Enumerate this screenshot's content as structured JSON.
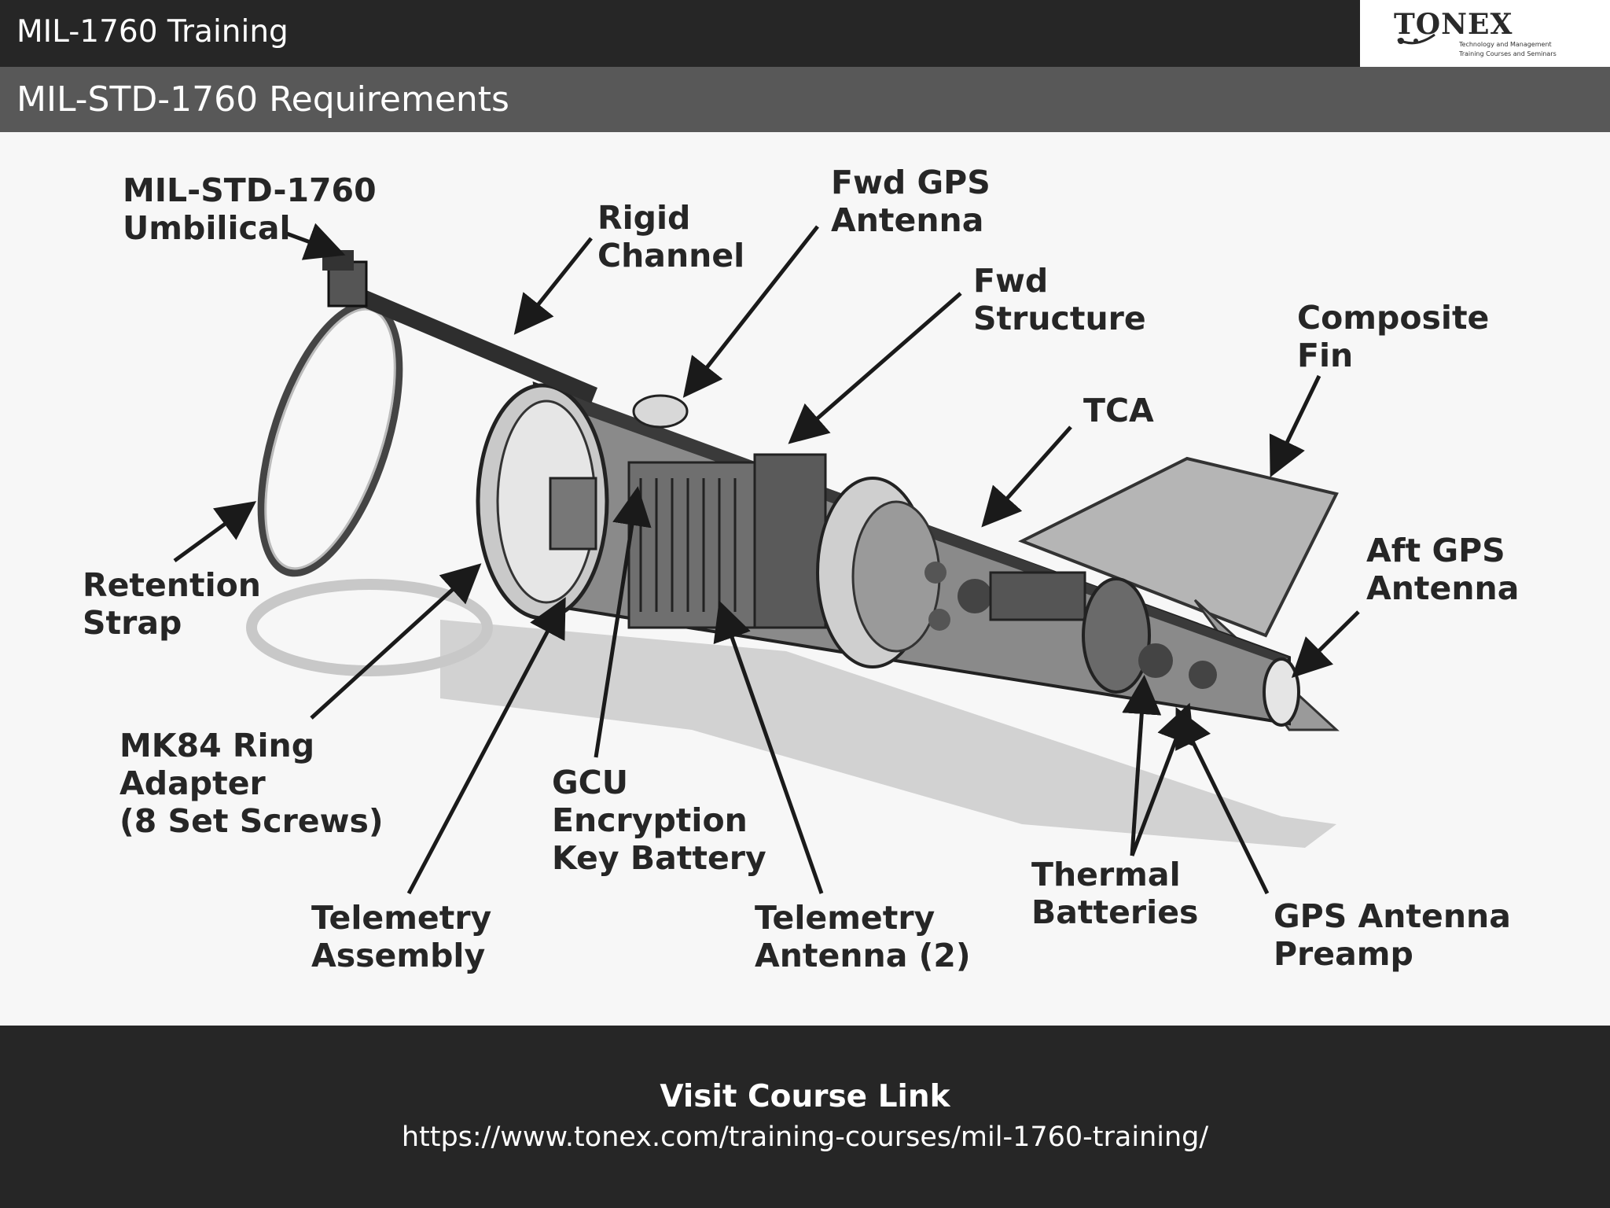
{
  "header": {
    "course_title": "MIL-1760 Training",
    "logo": {
      "name": "TONEX",
      "tagline_line1": "Technology and Management",
      "tagline_line2": "Training Courses and Seminars"
    }
  },
  "slide": {
    "title": "MIL-STD-1760 Requirements"
  },
  "diagram": {
    "labels": {
      "umbilical": [
        "MIL-STD-1760",
        "Umbilical"
      ],
      "rigid_channel": [
        "Rigid",
        "Channel"
      ],
      "fwd_gps_antenna": [
        "Fwd GPS",
        "Antenna"
      ],
      "fwd_structure": [
        "Fwd",
        "Structure"
      ],
      "composite_fin": [
        "Composite",
        "Fin"
      ],
      "tca": [
        "TCA"
      ],
      "retention_strap": [
        "Retention",
        "Strap"
      ],
      "aft_gps_antenna": [
        "Aft GPS",
        "Antenna"
      ],
      "mk84_ring_adapter": [
        "MK84 Ring",
        "Adapter",
        "(8 Set Screws)"
      ],
      "gcu_battery": [
        "GCU",
        "Encryption",
        "Key Battery"
      ],
      "thermal_batteries": [
        "Thermal",
        "Batteries"
      ],
      "telemetry_assembly": [
        "Telemetry",
        "Assembly"
      ],
      "telemetry_antenna": [
        "Telemetry",
        "Antenna (2)"
      ],
      "gps_antenna_preamp": [
        "GPS Antenna",
        "Preamp"
      ]
    }
  },
  "footer": {
    "heading": "Visit Course Link",
    "url": "https://www.tonex.com/training-courses/mil-1760-training/"
  }
}
